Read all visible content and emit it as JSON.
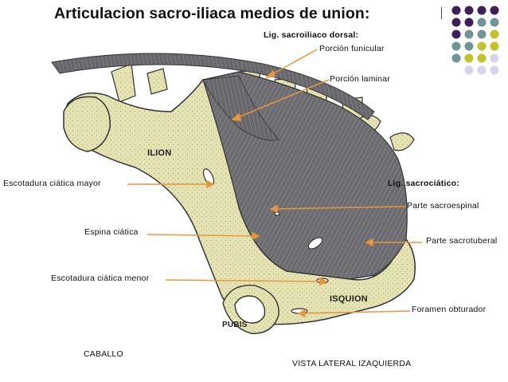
{
  "title": "Articulacion sacro-iliaca medios de union:",
  "colors": {
    "bone": "#e5e3b2",
    "ligament": "#6a6a6e",
    "arrow": "#e8963a",
    "dot_purple": "#3d1f57",
    "dot_teal": "#6f9598",
    "dot_lime": "#c3c22b",
    "dot_lavender": "#d6d5ea"
  },
  "labels": {
    "lig_sacroiliaco_dorsal": "Lig. sacroiliaco dorsal:",
    "porcion_funicular": "Porción funicular",
    "porcion_laminar": "Porción laminar",
    "ilion": "ILION",
    "escotadura_ciatica_mayor": "Escotadura ciática mayor",
    "lig_sacrociatico": "Lig. sacrociático:",
    "parte_sacroespinal": "Parte sacroespinal",
    "espina_ciatica": "Espina ciática",
    "parte_sacrotuberal": "Parte sacrotuberal",
    "escotadura_ciatica_menor": "Escotadura ciática menor",
    "isquion": "ISQUION",
    "foramen_obturador": "Foramen obturador",
    "pubis": "PUBIS",
    "caballo": "CABALLO",
    "vista_lateral": "VISTA LATERAL IZAQUIERDA"
  }
}
